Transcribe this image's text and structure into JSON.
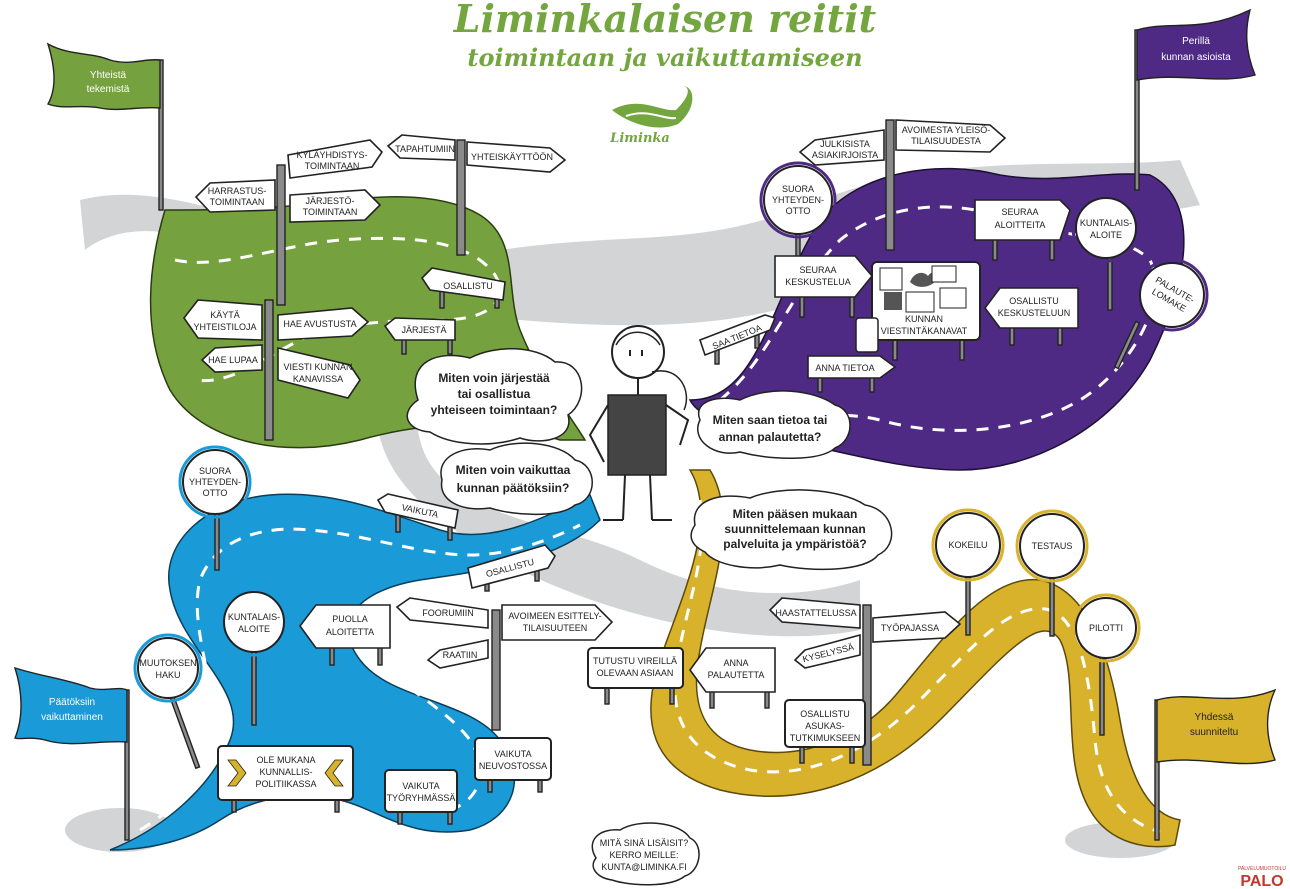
{
  "title": {
    "line1": "Liminkalaisen reitit",
    "line2": "toimintaan ja vaikuttamiseen"
  },
  "logo": {
    "text": "Liminka"
  },
  "brand": {
    "small": "PALVELUMUOTOILU",
    "name": "PALO"
  },
  "colors": {
    "green": "#76a13f",
    "purple": "#4e2a84",
    "blue": "#1a9ad6",
    "yellow": "#d9b22c",
    "grey": "#cfd0d2"
  },
  "flags": {
    "green": {
      "line1": "Yhteistä",
      "line2": "tekemistä"
    },
    "purple": {
      "line1": "Perillä",
      "line2": "kunnan asioista"
    },
    "blue": {
      "line1": "Päätöksiin",
      "line2": "vaikuttaminen"
    },
    "yellow": {
      "line1": "Yhdessä",
      "line2": "suunniteltu"
    }
  },
  "bubbles": {
    "green": {
      "line1": "Miten voin järjestää",
      "line2": "tai osallistua",
      "line3": "yhteiseen toimintaan?"
    },
    "purple": {
      "line1": "Miten saan tietoa tai",
      "line2": "annan palautetta?"
    },
    "blue": {
      "line1": "Miten voin vaikuttaa",
      "line2": "kunnan päätöksiin?"
    },
    "yellow": {
      "line1": "Miten pääsen mukaan",
      "line2": "suunnittelemaan kunnan",
      "line3": "palveluita ja ympäristöä?"
    }
  },
  "green_signs": {
    "harrastus": {
      "line1": "HARRASTUS-",
      "line2": "TOIMINTAAN"
    },
    "kylayhdistys": {
      "line1": "KYLÄYHDISTYS-",
      "line2": "TOIMINTAAN"
    },
    "jarjesto": {
      "line1": "JÄRJESTÖ-",
      "line2": "TOIMINTAAN"
    },
    "tapahtumiin": "TAPAHTUMIIN",
    "yhteiskayttoon": "YHTEISKÄYTTÖÖN",
    "osallistu": "OSALLISTU",
    "jarjesta": "JÄRJESTÄ",
    "kayta": {
      "line1": "KÄYTÄ",
      "line2": "YHTEISTILOJA"
    },
    "hae_avustusta": "HAE AVUSTUSTA",
    "hae_lupaa": "HAE LUPAA",
    "viesti": {
      "line1": "VIESTI KUNNAN",
      "line2": "KANAVISSA"
    }
  },
  "purple_signs": {
    "julkisista": {
      "line1": "JULKISISTA",
      "line2": "ASIAKIRJOISTA"
    },
    "avoimesta": {
      "line1": "AVOIMESTA YLEISÖ-",
      "line2": "TILAISUUDESTA"
    },
    "suora": {
      "line1": "SUORA",
      "line2": "YHTEYDEN-",
      "line3": "OTTO"
    },
    "seuraa_aloitteita": {
      "line1": "SEURAA",
      "line2": "ALOITTEITA"
    },
    "kuntalaisaloite": {
      "line1": "KUNTALAIS-",
      "line2": "ALOITE"
    },
    "seuraa_keskustelua": {
      "line1": "SEURAA",
      "line2": "KESKUSTELUA"
    },
    "palautelomake": {
      "line1": "PALAUTE-",
      "line2": "LOMAKE"
    },
    "osallistu_keskusteluun": {
      "line1": "OSALLISTU",
      "line2": "KESKUSTELUUN"
    },
    "saa_tietoa": "SAA TIETOA",
    "kunnan_kanavat": {
      "line1": "KUNNAN",
      "line2": "VIESTINTÄKANAVAT"
    },
    "anna_tietoa": "ANNA TIETOA"
  },
  "blue_signs": {
    "suora": {
      "line1": "SUORA",
      "line2": "YHTEYDEN-",
      "line3": "OTTO"
    },
    "vaikuta": "VAIKUTA",
    "osallistu": "OSALLISTU",
    "kuntalaisaloite": {
      "line1": "KUNTALAIS-",
      "line2": "ALOITE"
    },
    "puolla": {
      "line1": "PUOLLA",
      "line2": "ALOITETTA"
    },
    "foorumiin": "FOORUMIIN",
    "avoimeen": {
      "line1": "AVOIMEEN ESITTELY-",
      "line2": "TILAISUUTEEN"
    },
    "raatiin": "RAATIIN",
    "muutoksenhaku": {
      "line1": "MUUTOKSEN",
      "line2": "HAKU"
    },
    "ole_mukana": {
      "line1": "OLE MUKANA",
      "line2": "KUNNALLIS-",
      "line3": "POLITIIKASSA"
    },
    "tyoryhmassa": {
      "line1": "VAIKUTA",
      "line2": "TYÖRYHMÄSSÄ"
    },
    "neuvostossa": {
      "line1": "VAIKUTA",
      "line2": "NEUVOSTOSSA"
    }
  },
  "yellow_signs": {
    "kokeilu": "KOKEILU",
    "testaus": "TESTAUS",
    "pilotti": "PILOTTI",
    "haastattelussa": "HAASTATTELUSSA",
    "tyopajassa": "TYÖPAJASSA",
    "kyselyssa": "KYSELYSSÄ",
    "tutustu": {
      "line1": "TUTUSTU VIREILLÄ",
      "line2": "OLEVAAN ASIAAN"
    },
    "anna_palautetta": {
      "line1": "ANNA",
      "line2": "PALAUTETTA"
    },
    "asukastutkimukseen": {
      "line1": "OSALLISTU",
      "line2": "ASUKAS-",
      "line3": "TUTKIMUKSEEN"
    }
  },
  "footer": {
    "line1": "MITÄ SINÄ LISÄISIT?",
    "line2": "KERRO MEILLE:",
    "line3": "KUNTA@LIMINKA.FI"
  }
}
